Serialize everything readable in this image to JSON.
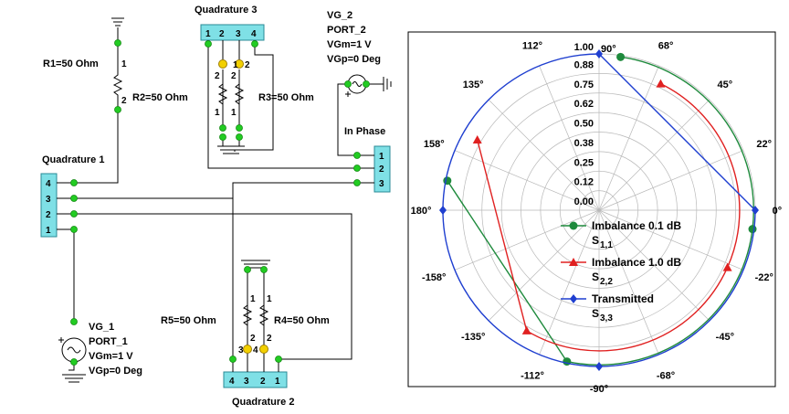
{
  "schematic": {
    "r1": {
      "name": "R1=50 Ohm",
      "pins": [
        "1",
        "2"
      ]
    },
    "r2": {
      "name": "R2=50 Ohm",
      "pins": [
        "2",
        "1"
      ]
    },
    "r3": {
      "name": "R3=50 Ohm",
      "pins": [
        "2",
        "1"
      ]
    },
    "r4": {
      "name": "R4=50 Ohm",
      "pins": [
        "1",
        "2"
      ]
    },
    "r5": {
      "name": "R5=50 Ohm",
      "pins": [
        "1",
        "2"
      ]
    },
    "q1": {
      "name": "Quadrature 1",
      "pins": [
        "4",
        "3",
        "2",
        "1"
      ]
    },
    "q2": {
      "name": "Quadrature 2",
      "pins": [
        "4",
        "3",
        "2",
        "1"
      ],
      "node_labels": [
        "3",
        "4"
      ]
    },
    "q3": {
      "name": "Quadrature 3",
      "pins": [
        "1",
        "2",
        "3",
        "4"
      ],
      "node_labels": [
        "1",
        "2"
      ]
    },
    "inphase": {
      "name": "In Phase",
      "pins": [
        "1",
        "2",
        "3"
      ]
    },
    "vg1": {
      "lines": [
        "VG_1",
        "PORT_1",
        "VGm=1 V",
        "VGp=0 Deg"
      ]
    },
    "vg2": {
      "lines": [
        "VG_2",
        "PORT_2",
        "VGm=1 V",
        "VGp=0 Deg"
      ]
    }
  },
  "chart_data": {
    "type": "polar",
    "radial_ticks": [
      "0.00",
      "0.12",
      "0.25",
      "0.38",
      "0.50",
      "0.62",
      "0.75",
      "0.88",
      "1.00"
    ],
    "radial_range": [
      0,
      1
    ],
    "angle_labels": [
      {
        "deg": 90,
        "text": "90°"
      },
      {
        "deg": 68,
        "text": "68°"
      },
      {
        "deg": 45,
        "text": "45°"
      },
      {
        "deg": 22,
        "text": "22°"
      },
      {
        "deg": 0,
        "text": "0°"
      },
      {
        "deg": -22,
        "text": "-22°"
      },
      {
        "deg": -45,
        "text": "-45°"
      },
      {
        "deg": -68,
        "text": "-68°"
      },
      {
        "deg": -90,
        "text": "-90°"
      },
      {
        "deg": -112,
        "text": "-112°"
      },
      {
        "deg": -135,
        "text": "-135°"
      },
      {
        "deg": -158,
        "text": "-158°"
      },
      {
        "deg": 180,
        "text": "180°"
      },
      {
        "deg": 158,
        "text": "158°"
      },
      {
        "deg": 135,
        "text": "135°"
      },
      {
        "deg": 112,
        "text": "112°"
      }
    ],
    "grid": true,
    "legend_placement": "center-left",
    "series": [
      {
        "name": "Imbalance 0.1 dB",
        "sub": "1,1",
        "color": "#1e8a3c",
        "marker": "circle",
        "points": [
          {
            "mag": 0.99,
            "ang": 82
          },
          {
            "mag": 0.99,
            "ang": -7
          },
          {
            "mag": 0.99,
            "ang": -102
          },
          {
            "mag": 0.99,
            "ang": 169
          }
        ],
        "segments": [
          [
            0,
            1,
            "arc"
          ],
          [
            1,
            2,
            "arc"
          ],
          [
            2,
            3,
            "line"
          ]
        ]
      },
      {
        "name": "Imbalance 1.0 dB",
        "sub": "2,2",
        "color": "#e02020",
        "marker": "triangle",
        "points": [
          {
            "mag": 0.9,
            "ang": 64
          },
          {
            "mag": 0.9,
            "ang": -24
          },
          {
            "mag": 0.9,
            "ang": -121
          },
          {
            "mag": 0.9,
            "ang": 150
          }
        ],
        "segments": [
          [
            0,
            1,
            "arc"
          ],
          [
            1,
            2,
            "arc"
          ],
          [
            2,
            3,
            "line"
          ]
        ]
      },
      {
        "name": "Transmitted",
        "sub": "3,3",
        "color": "#1f3fd0",
        "marker": "diamond",
        "points": [
          {
            "mag": 1.0,
            "ang": 90
          },
          {
            "mag": 1.0,
            "ang": 0
          },
          {
            "mag": 1.0,
            "ang": -90
          },
          {
            "mag": 1.0,
            "ang": 180
          }
        ],
        "segments": [
          [
            0,
            1,
            "line"
          ],
          [
            1,
            2,
            "arc"
          ],
          [
            2,
            3,
            "arc"
          ],
          [
            3,
            0,
            "arc"
          ]
        ]
      }
    ],
    "legend_label": "S"
  }
}
